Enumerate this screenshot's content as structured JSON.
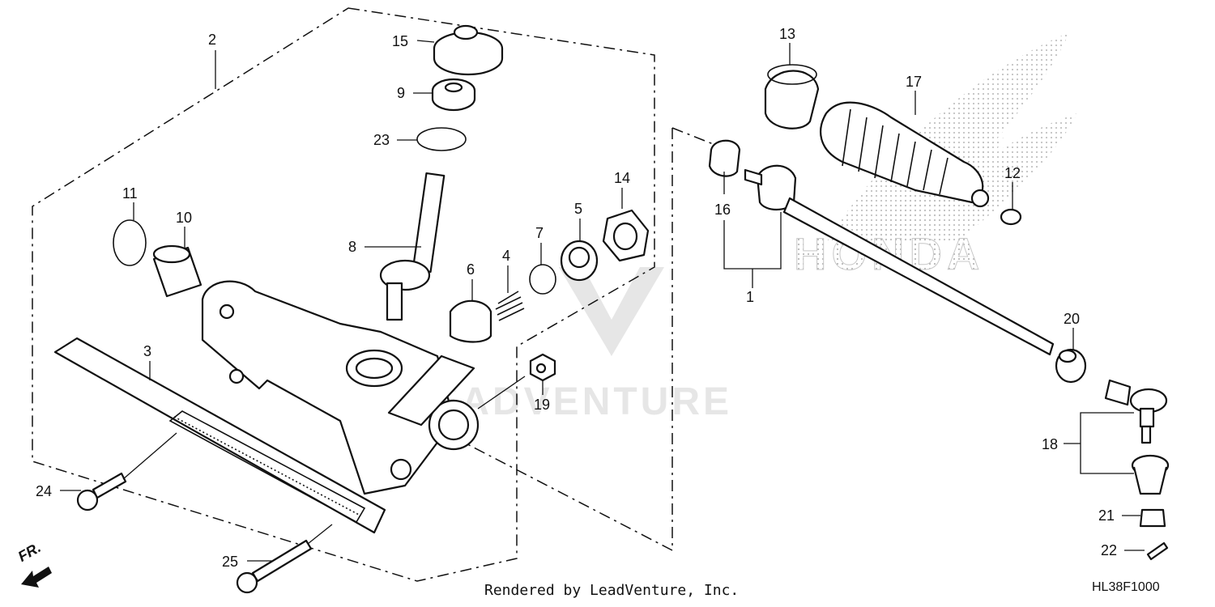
{
  "diagram": {
    "callouts": [
      "1",
      "2",
      "3",
      "4",
      "5",
      "6",
      "7",
      "8",
      "9",
      "10",
      "11",
      "12",
      "13",
      "14",
      "15",
      "16",
      "17",
      "18",
      "19",
      "20",
      "21",
      "22",
      "23",
      "24",
      "25"
    ],
    "watermark": "LEADVENTURE",
    "background_logo": "HONDA",
    "direction_label": "FR.",
    "credit": "Rendered by LeadVenture, Inc.",
    "diagram_code": "HL38F1000"
  }
}
